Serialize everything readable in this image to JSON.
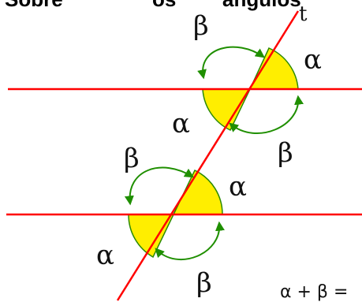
{
  "caption": {
    "word1": "Sobre",
    "word2": "os",
    "word3": "ângulos"
  },
  "transversal_label": "t",
  "symbols": {
    "alpha": "α",
    "beta": "β"
  },
  "equation": "α + β =",
  "colors": {
    "parallel_lines": "#ff0000",
    "transversal": "#ff0000",
    "angle_fill": "#ffee00",
    "angle_outline": "#2a8a00",
    "arrows": "#1f8f00",
    "text": "#111111"
  }
}
